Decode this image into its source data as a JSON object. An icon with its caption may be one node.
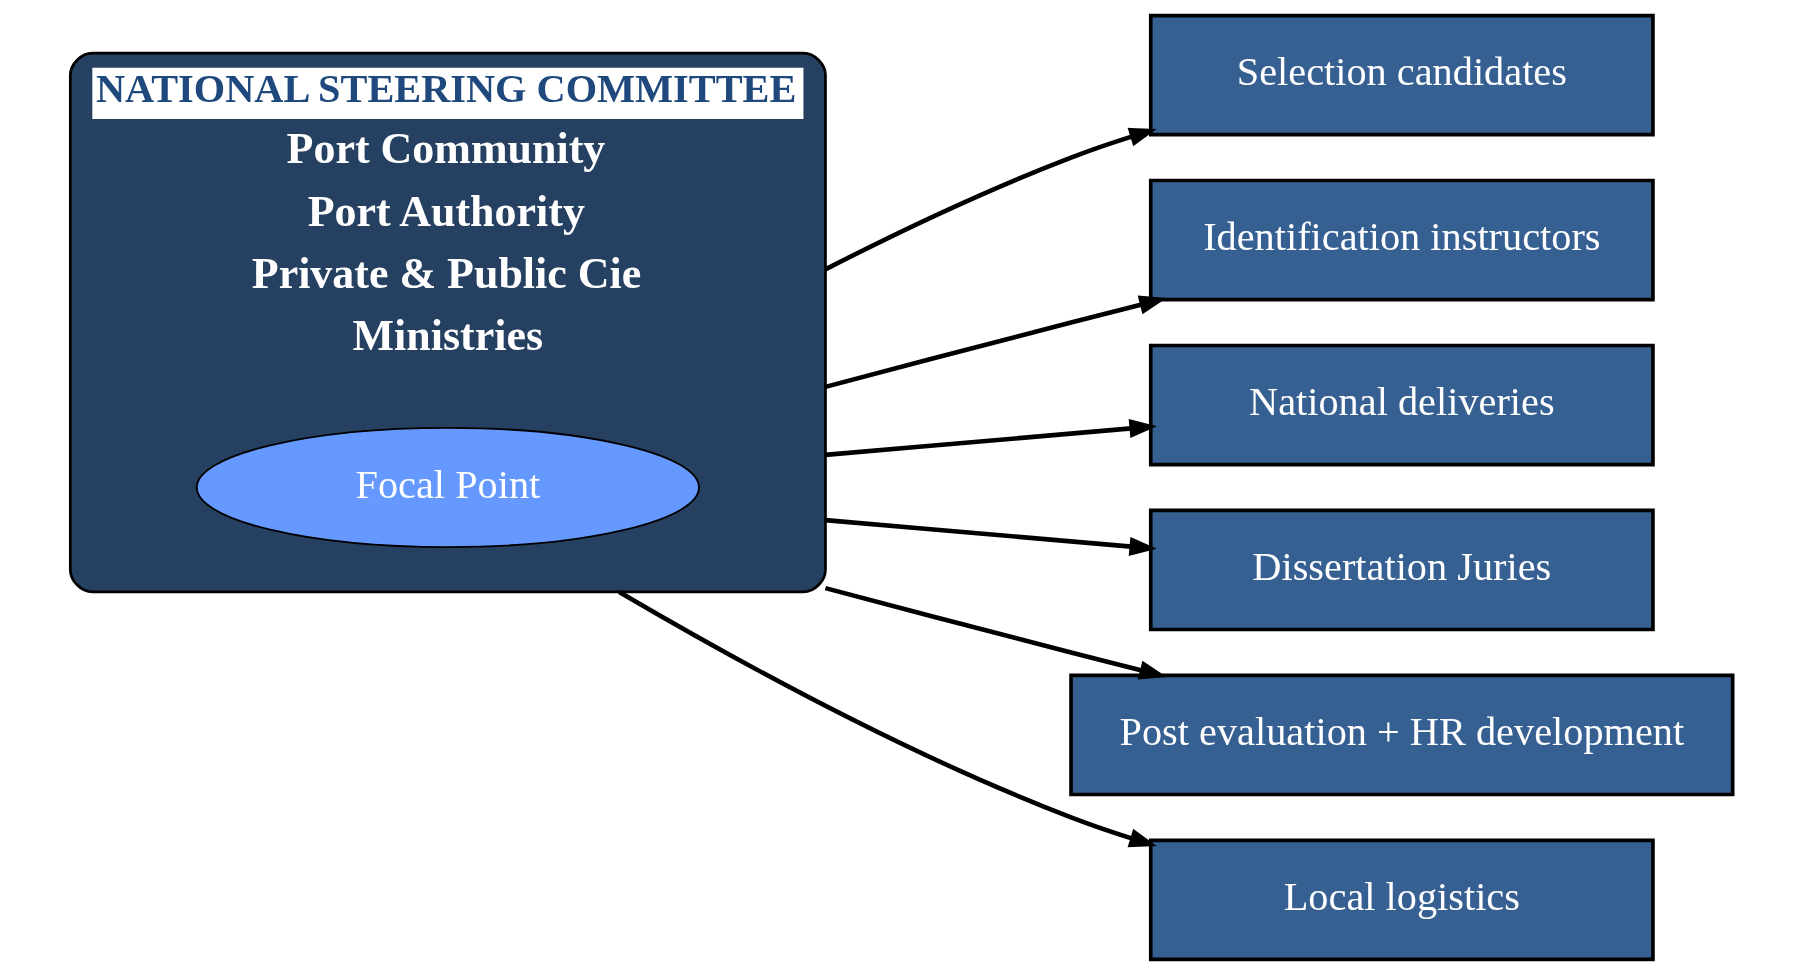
{
  "diagram": {
    "nodes": [
      {
        "text": [
          "NATIONAL STEERING COMMITTEE",
          "Port Community",
          "Port Authority",
          "Private & Public Cie",
          "Ministries"
        ]
      },
      {
        "text": [
          "Focal Point"
        ],
        "in": 0
      },
      {
        "text": [
          "Selection candidates"
        ]
      },
      {
        "text": [
          "Identification instructors"
        ]
      },
      {
        "text": [
          "National deliveries"
        ]
      },
      {
        "text": [
          "Dissertation Juries"
        ]
      },
      {
        "text": [
          "Post evaluation + HR development"
        ]
      },
      {
        "text": [
          "Local logistics"
        ]
      }
    ],
    "edges": [
      {
        "from": 0,
        "to": 2,
        "arrow": "to"
      },
      {
        "from": 0,
        "to": 3,
        "arrow": "to"
      },
      {
        "from": 0,
        "to": 4,
        "arrow": "to"
      },
      {
        "from": 0,
        "to": 5,
        "arrow": "to"
      },
      {
        "from": 0,
        "to": 6,
        "arrow": "to"
      },
      {
        "from": 0,
        "to": 7,
        "arrow": "to"
      }
    ]
  }
}
